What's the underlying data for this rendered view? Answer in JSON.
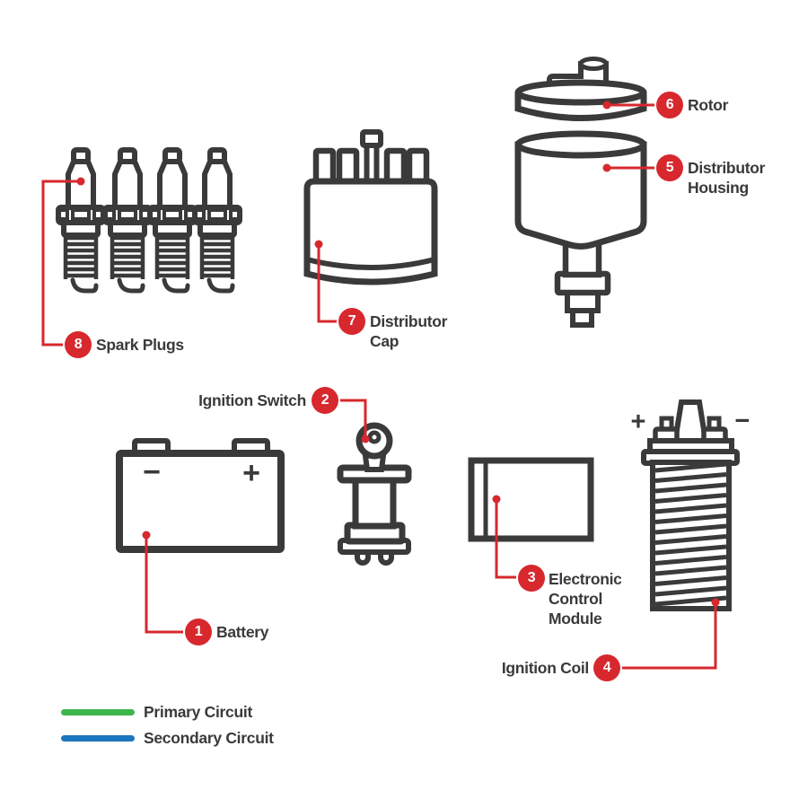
{
  "colors": {
    "outline": "#3a3a3a",
    "callout_red": "#d7282e",
    "text": "#3a3a3a",
    "primary_circuit_green": "#3eb549",
    "secondary_circuit_blue": "#1b76bd",
    "background": "#ffffff"
  },
  "parts": {
    "battery": {
      "number": "1",
      "label": "Battery",
      "minus_sign": "−",
      "plus_sign": "+"
    },
    "ignition_switch": {
      "number": "2",
      "label": "Ignition Switch"
    },
    "ecm": {
      "number": "3",
      "label_line1": "Electronic",
      "label_line2": "Control",
      "label_line3": "Module"
    },
    "ignition_coil": {
      "number": "4",
      "label": "Ignition Coil",
      "plus_sign": "+",
      "minus_sign": "−"
    },
    "distributor_housing": {
      "number": "5",
      "label_line1": "Distributor",
      "label_line2": "Housing"
    },
    "rotor": {
      "number": "6",
      "label": "Rotor"
    },
    "distributor_cap": {
      "number": "7",
      "label_line1": "Distributor",
      "label_line2": "Cap"
    },
    "spark_plugs": {
      "number": "8",
      "label": "Spark Plugs"
    }
  },
  "legend": {
    "primary": {
      "label": "Primary Circuit",
      "color": "#3eb549"
    },
    "secondary": {
      "label": "Secondary Circuit",
      "color": "#1b76bd"
    }
  }
}
